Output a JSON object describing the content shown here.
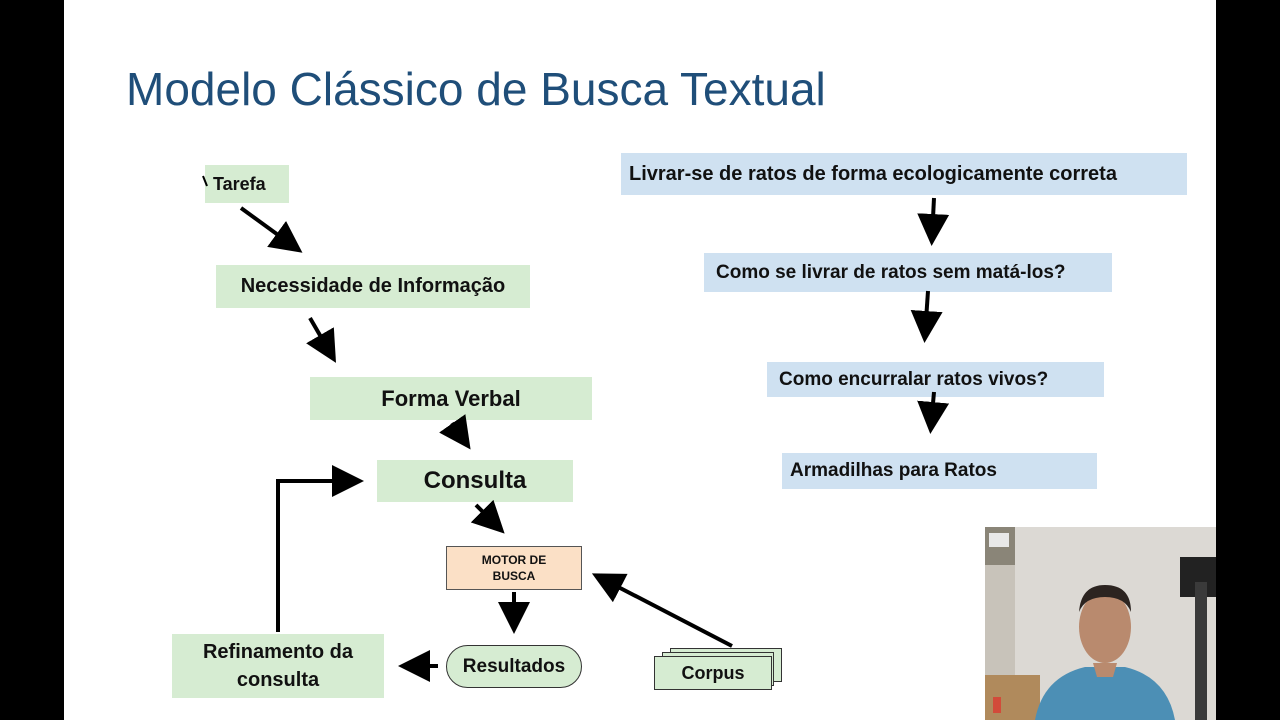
{
  "slide": {
    "title": "Modelo Clássico de Busca Textual"
  },
  "flow_left": {
    "tarefa": "Tarefa",
    "necessidade": "Necessidade de Informação",
    "forma_verbal": "Forma Verbal",
    "consulta": "Consulta",
    "motor_line1": "MOTOR DE",
    "motor_line2": "BUSCA",
    "resultados": "Resultados",
    "corpus": "Corpus",
    "refinamento_line1": "Refinamento da",
    "refinamento_line2": "consulta"
  },
  "flow_right": {
    "step1": "Livrar-se de ratos de forma ecologicamente correta",
    "step2": "Como se livrar de ratos sem matá-los?",
    "step3": "Como encurralar ratos vivos?",
    "step4": "Armadilhas para Ratos"
  },
  "colors": {
    "title": "#1f4e79",
    "green_box": "#d6ecd2",
    "blue_box": "#cfe1f1",
    "motor_box": "#fbe0c6"
  }
}
